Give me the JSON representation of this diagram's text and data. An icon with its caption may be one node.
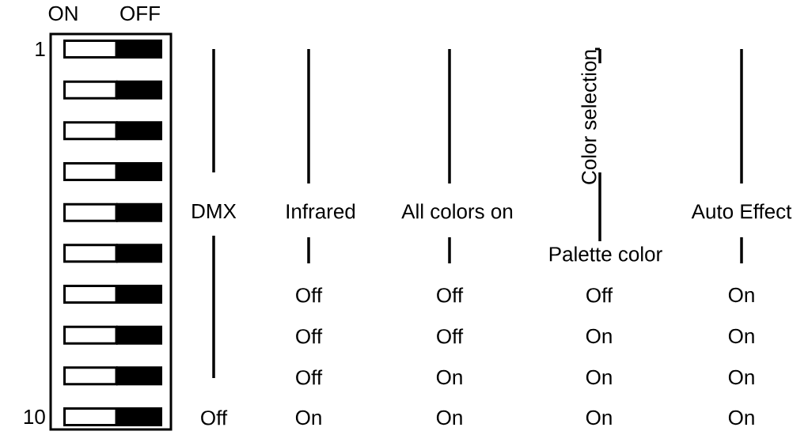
{
  "diagram": {
    "labels": [
      "ON",
      "OFF",
      "1",
      "Color selection",
      "DMX",
      "Infrared",
      "All colors on",
      "Auto Effect",
      "Palette color",
      "Off",
      "Off",
      "Off",
      "On",
      "Off",
      "Off",
      "On",
      "On",
      "Off",
      "On",
      "On",
      "On",
      "10",
      "Off",
      "On",
      "On",
      "On",
      "On"
    ]
  }
}
